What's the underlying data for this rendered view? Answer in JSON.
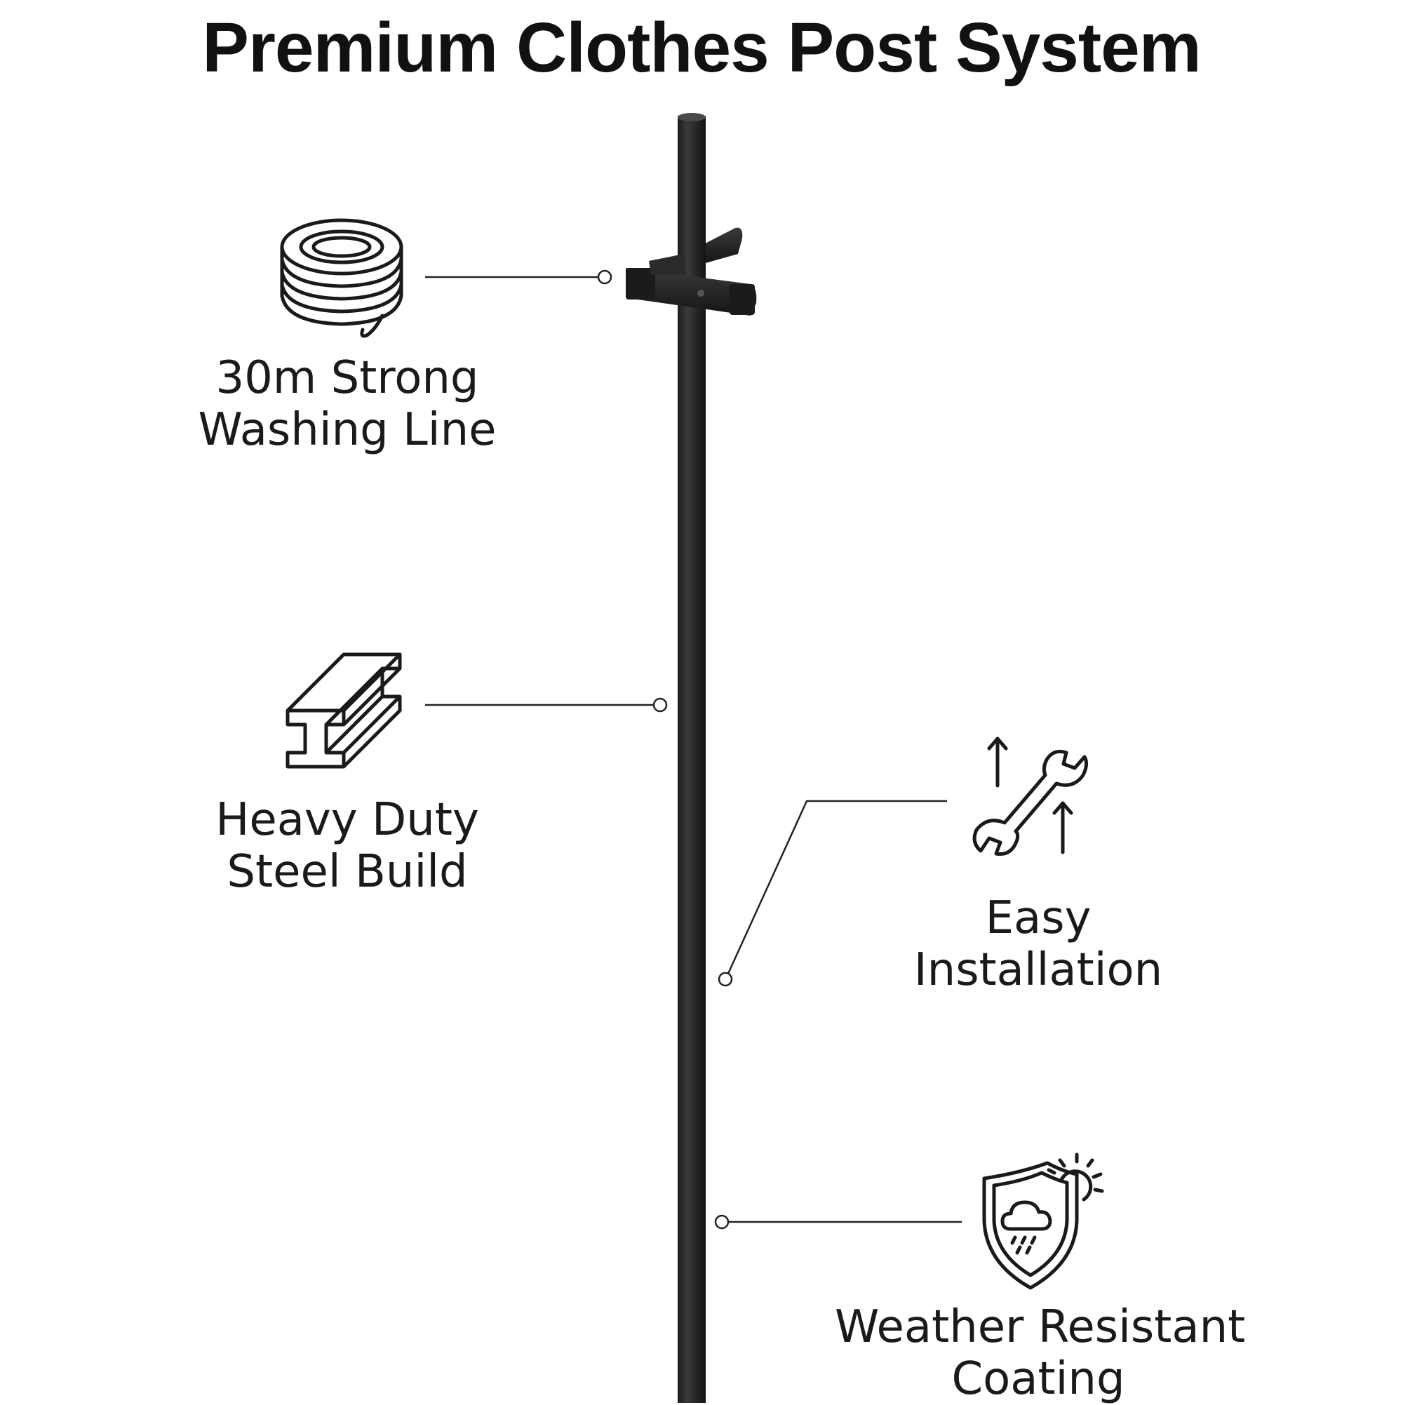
{
  "title": "Premium Clothes Post System",
  "features": [
    {
      "icon": "rope-coil-icon",
      "line1": "30m Strong",
      "line2": "Washing Line"
    },
    {
      "icon": "steel-beam-icon",
      "line1": "Heavy Duty",
      "line2": "Steel Build"
    },
    {
      "icon": "wrench-arrows-icon",
      "line1": "Easy",
      "line2": "Installation"
    },
    {
      "icon": "weather-shield-icon",
      "line1": "Weather Resistant",
      "line2": "Coating"
    }
  ],
  "colors": {
    "post": "#2e2e2e",
    "line": "#222222",
    "text": "#111111",
    "background": "#ffffff"
  }
}
